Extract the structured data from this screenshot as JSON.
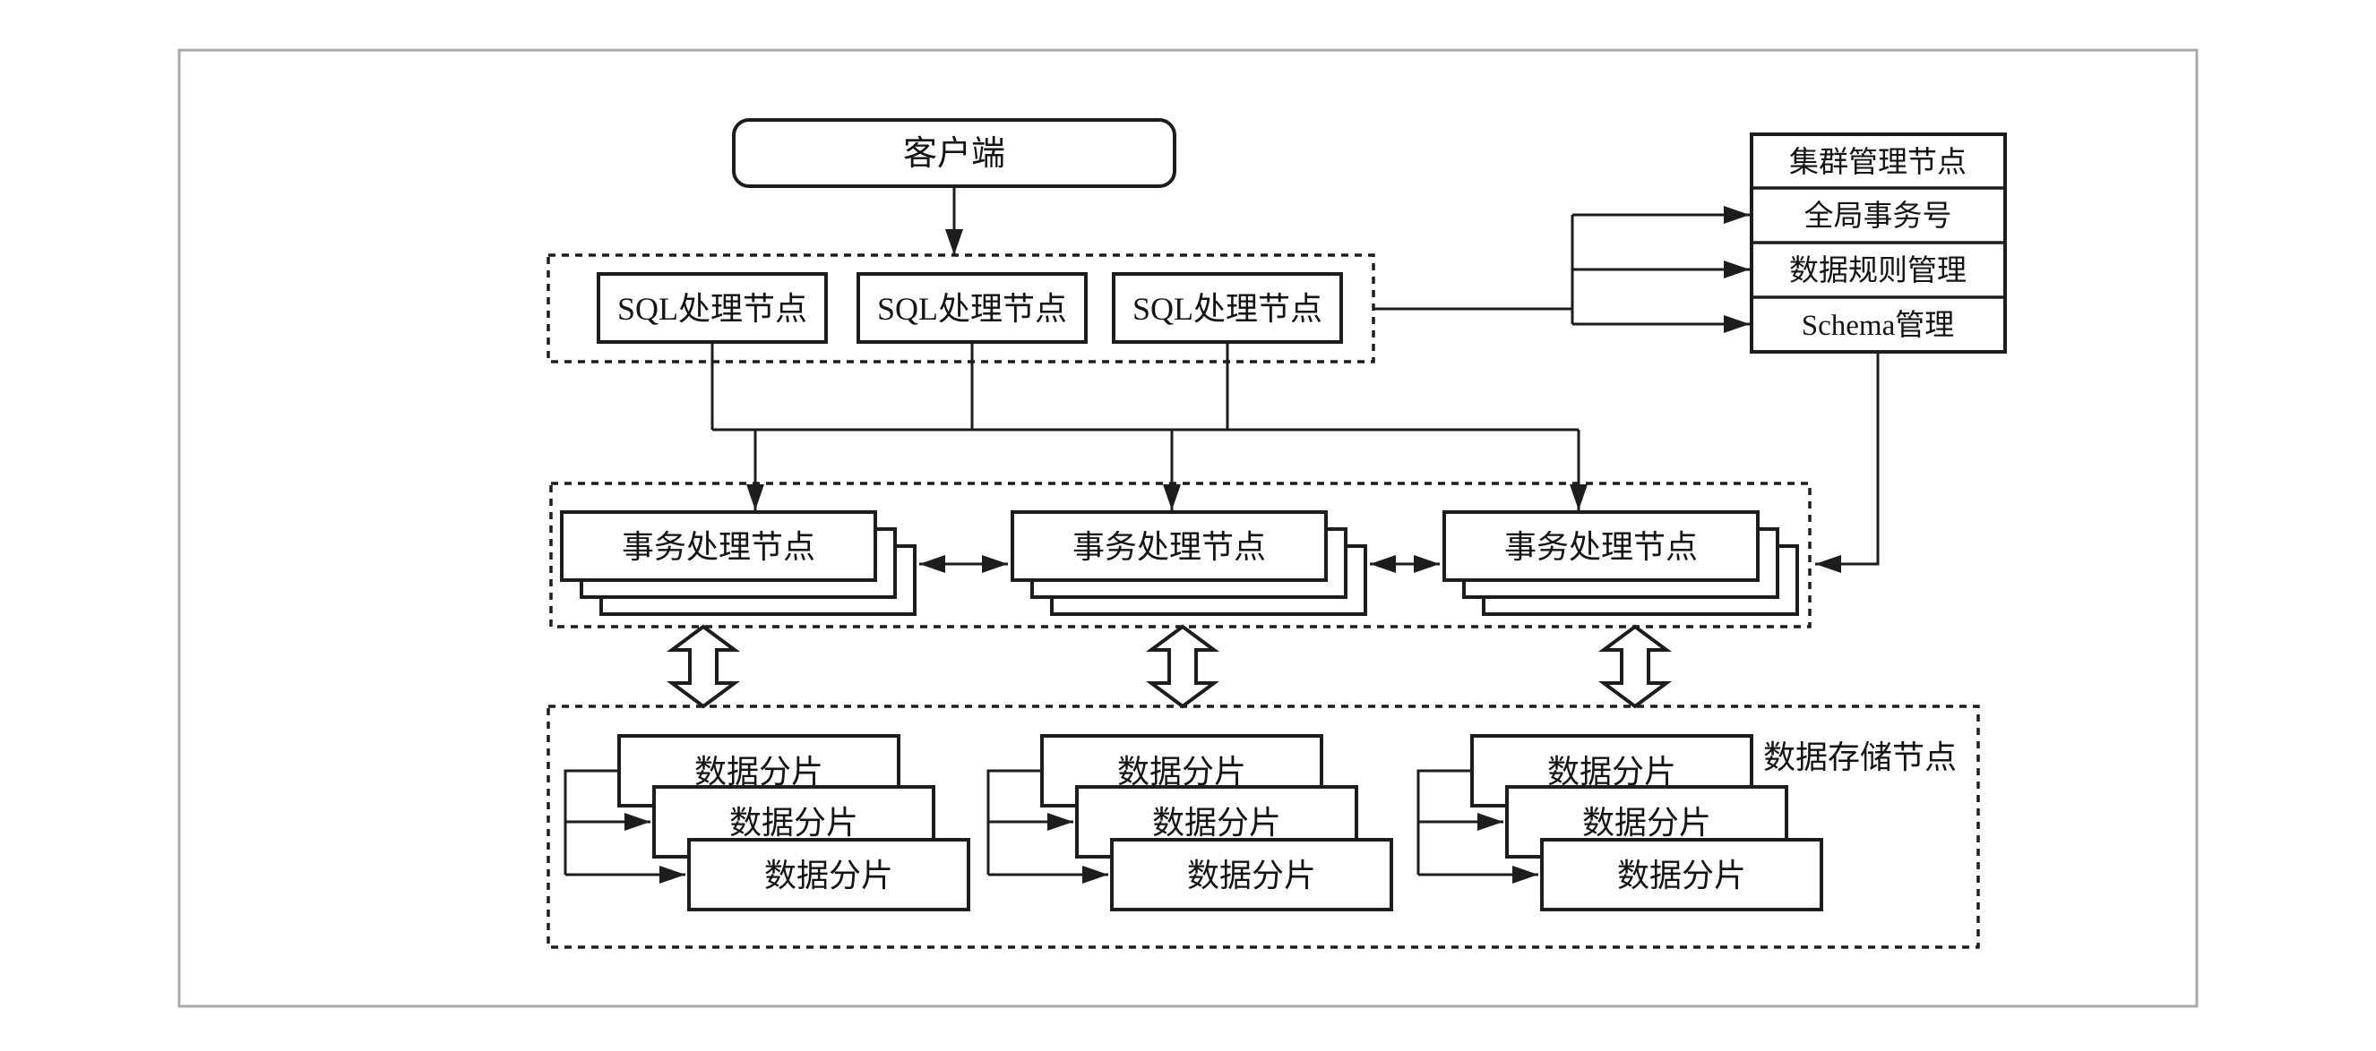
{
  "colors": {
    "ink": "#1d1d1d",
    "frame_border": "#a9a9a9",
    "background": "#ffffff"
  },
  "diagram": {
    "client": {
      "label": "客户端"
    },
    "sql_tier": {
      "nodes": [
        {
          "label": "SQL处理节点"
        },
        {
          "label": "SQL处理节点"
        },
        {
          "label": "SQL处理节点"
        }
      ]
    },
    "management_panel": {
      "rows": [
        {
          "label": "集群管理节点"
        },
        {
          "label": "全局事务号"
        },
        {
          "label": "数据规则管理"
        },
        {
          "label": "Schema管理"
        }
      ]
    },
    "transaction_tier": {
      "nodes": [
        {
          "label": "事务处理节点"
        },
        {
          "label": "事务处理节点"
        },
        {
          "label": "事务处理节点"
        }
      ]
    },
    "storage_tier": {
      "label": "数据存储节点",
      "groups": [
        {
          "shards": [
            {
              "label": "数据分片"
            },
            {
              "label": "数据分片"
            },
            {
              "label": "数据分片"
            }
          ]
        },
        {
          "shards": [
            {
              "label": "数据分片"
            },
            {
              "label": "数据分片"
            },
            {
              "label": "数据分片"
            }
          ]
        },
        {
          "shards": [
            {
              "label": "数据分片"
            },
            {
              "label": "数据分片"
            },
            {
              "label": "数据分片"
            }
          ]
        }
      ]
    }
  }
}
